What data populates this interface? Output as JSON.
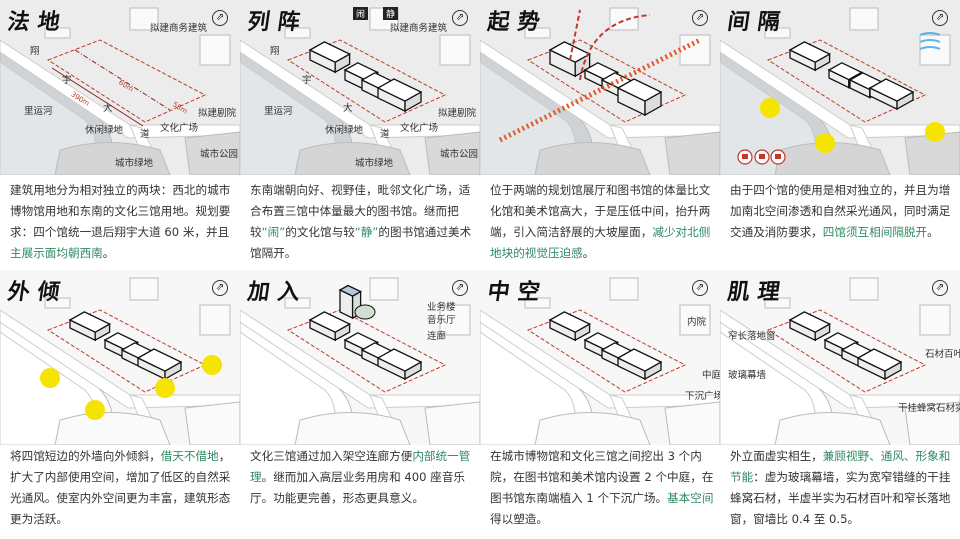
{
  "colors": {
    "highlight": "#2f8a63",
    "site_outline": "#c0392b",
    "sun": "#f5e400",
    "ground": "#ededed"
  },
  "panels": [
    {
      "title": "法地",
      "compass_icon": "north-arrow-icon",
      "labels": [
        "拟建商务建筑",
        "翔",
        "宇",
        "大",
        "道",
        "里运河",
        "休闲绿地",
        "文化广场",
        "拟建剧院",
        "城市公园",
        "城市绿地"
      ],
      "dims": [
        "390m",
        "60m",
        "58m"
      ],
      "text": [
        {
          "t": "建筑用地分为相对独立的两块：西北的城市博物馆用地和东南的文化三馆用地。规划要求：四个馆统一退后翔宇大道 60 米，并且"
        },
        {
          "t": "主展示面均朝西南",
          "hl": true
        },
        {
          "t": "。"
        }
      ]
    },
    {
      "title": "列阵",
      "compass_icon": "north-arrow-icon",
      "labels": [
        "拟建商务建筑",
        "翔",
        "宇",
        "大",
        "道",
        "里运河",
        "休闲绿地",
        "文化广场",
        "拟建剧院",
        "城市公园",
        "城市绿地"
      ],
      "tags": [
        "闹",
        "静"
      ],
      "text": [
        {
          "t": "东南端朝向好、视野佳，毗邻文化广场，适合布置三馆中体量最大的图书馆。继而把较"
        },
        {
          "t": "“闹”",
          "hl": true
        },
        {
          "t": "的文化馆与较"
        },
        {
          "t": "“静”",
          "hl": true
        },
        {
          "t": "的图书馆通过美术馆隔开。"
        }
      ]
    },
    {
      "title": "起势",
      "compass_icon": "north-arrow-icon",
      "labels": [],
      "text": [
        {
          "t": "位于两端的规划馆展厅和图书馆的体量比文化馆和美术馆高大，于是压低中间，抬升两端，引入简洁舒展的大坡屋面，"
        },
        {
          "t": "减少对北侧地块的视觉压迫感",
          "hl": true
        },
        {
          "t": "。"
        }
      ]
    },
    {
      "title": "间隔",
      "compass_icon": "north-arrow-icon",
      "labels": [],
      "icons": [
        "fire-spacing-icon",
        "fire-lane-icon",
        "daylight-ventilation-icon"
      ],
      "text": [
        {
          "t": "由于四个馆的使用是相对独立的，并且为增加南北空间渗透和自然采光通风，同时满足交通及消防要求，"
        },
        {
          "t": "四馆须互相间隔脱开",
          "hl": true
        },
        {
          "t": "。"
        }
      ]
    },
    {
      "title": "外倾",
      "compass_icon": "north-arrow-icon",
      "labels": [],
      "text": [
        {
          "t": "将四馆短边的外墙向外倾斜，"
        },
        {
          "t": "借天不借地",
          "hl": true
        },
        {
          "t": "，扩大了内部使用空间，增加了低区的自然采光通风。使室内外空间更为丰富，建筑形态更为活跃。"
        }
      ]
    },
    {
      "title": "加入",
      "compass_icon": "north-arrow-icon",
      "labels": [
        "业务楼",
        "音乐厅",
        "连廊"
      ],
      "text": [
        {
          "t": "文化三馆通过加入架空连廊方便"
        },
        {
          "t": "内部统一管理",
          "hl": true
        },
        {
          "t": "。继而加入高层业务用房和 400 座音乐厅。功能更完善，形态更具意义。"
        }
      ]
    },
    {
      "title": "中空",
      "compass_icon": "north-arrow-icon",
      "labels": [
        "内院",
        "中庭",
        "下沉广场"
      ],
      "text": [
        {
          "t": "在城市博物馆和文化三馆之间挖出 3 个内院，在图书馆和美术馆内设置 2 个中庭，在图书馆东南端植入 1 个下沉广场。"
        },
        {
          "t": "基本空间",
          "hl": true
        },
        {
          "t": "得以塑造。"
        }
      ]
    },
    {
      "title": "肌理",
      "compass_icon": "north-arrow-icon",
      "labels": [
        "窄长落地窗",
        "玻璃幕墙",
        "石材百叶",
        "干挂蜂窝石材实墙"
      ],
      "text": [
        {
          "t": "外立面虚实相生，"
        },
        {
          "t": "兼顾视野、通风、形象和节能",
          "hl": true
        },
        {
          "t": "：虚为玻璃幕墙，实为宽窄错缝的干挂蜂窝石材，半虚半实为石材百叶和窄长落地窗，窗墙比 0.4 至 0.5。"
        }
      ]
    }
  ]
}
